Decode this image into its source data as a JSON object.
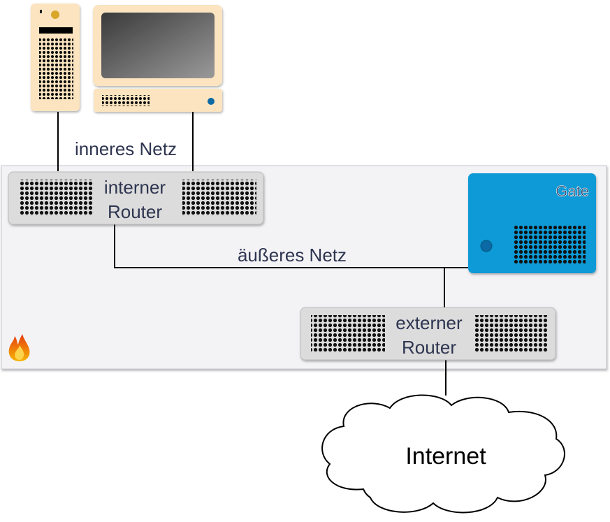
{
  "nodes": {
    "internal_router": {
      "line1": "interner",
      "line2": "Router"
    },
    "external_router": {
      "line1": "externer",
      "line2": "Router"
    },
    "gate": {
      "label": "Gate"
    },
    "internet": {
      "label": "Internet"
    }
  },
  "networks": {
    "inner": "inneres Netz",
    "outer": "äußeres Netz"
  },
  "zone": {
    "icon": "fire-icon"
  },
  "colors": {
    "zone_fill": "#f3f3f6",
    "router_fill": "#dcdcdc",
    "gate_fill": "#0a9ad6",
    "computer_fill": "#fbe4bf",
    "text": "#2e3550"
  }
}
